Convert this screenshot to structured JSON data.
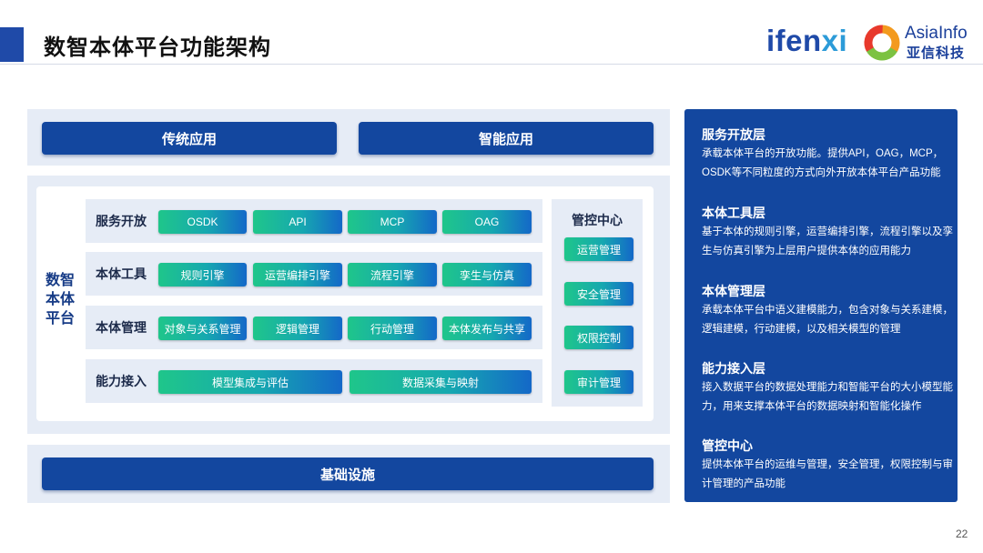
{
  "header": {
    "title": "数智本体平台功能架构",
    "brand_ifenxi_main": "ifen",
    "brand_ifenxi_x": "xi",
    "brand_asiainfo_en": "AsiaInfo",
    "brand_asiainfo_cn": "亚信科技"
  },
  "apps": {
    "traditional": "传统应用",
    "intelligent": "智能应用"
  },
  "platform": {
    "side_label": "数智本体平台",
    "rows": [
      {
        "label": "服务开放",
        "chips": [
          "OSDK",
          "API",
          "MCP",
          "OAG"
        ]
      },
      {
        "label": "本体工具",
        "chips": [
          "规则引擎",
          "运营编排引擎",
          "流程引擎",
          "孪生与仿真"
        ]
      },
      {
        "label": "本体管理",
        "chips": [
          "对象与关系管理",
          "逻辑管理",
          "行动管理",
          "本体发布与共享"
        ]
      },
      {
        "label": "能力接入",
        "chips": [
          "模型集成与评估",
          "数据采集与映射"
        ]
      }
    ],
    "control": {
      "title": "管控中心",
      "items": [
        "运营管理",
        "安全管理",
        "权限控制",
        "审计管理"
      ]
    }
  },
  "infrastructure": "基础设施",
  "descriptions": [
    {
      "title": "服务开放层",
      "text": "承载本体平台的开放功能。提供API，OAG，MCP，OSDK等不同粒度的方式向外开放本体平台产品功能"
    },
    {
      "title": "本体工具层",
      "text": "基于本体的规则引擎，运营编排引擎，流程引擎以及孪生与仿真引擎为上层用户提供本体的应用能力"
    },
    {
      "title": "本体管理层",
      "text": "承载本体平台中语义建模能力，包含对象与关系建模，逻辑建模，行动建模，以及相关模型的管理"
    },
    {
      "title": "能力接入层",
      "text": "接入数据平台的数据处理能力和智能平台的大小模型能力，用来支撑本体平台的数据映射和智能化操作"
    },
    {
      "title": "管控中心",
      "text": "提供本体平台的运维与管理，安全管理，权限控制与审计管理的产品功能"
    }
  ],
  "page_number": "22",
  "colors": {
    "primary_blue": "#13479f",
    "panel_bg": "#e6ecf6",
    "chip_gradient_start": "#1fc68a",
    "chip_gradient_end": "#1468c8"
  }
}
